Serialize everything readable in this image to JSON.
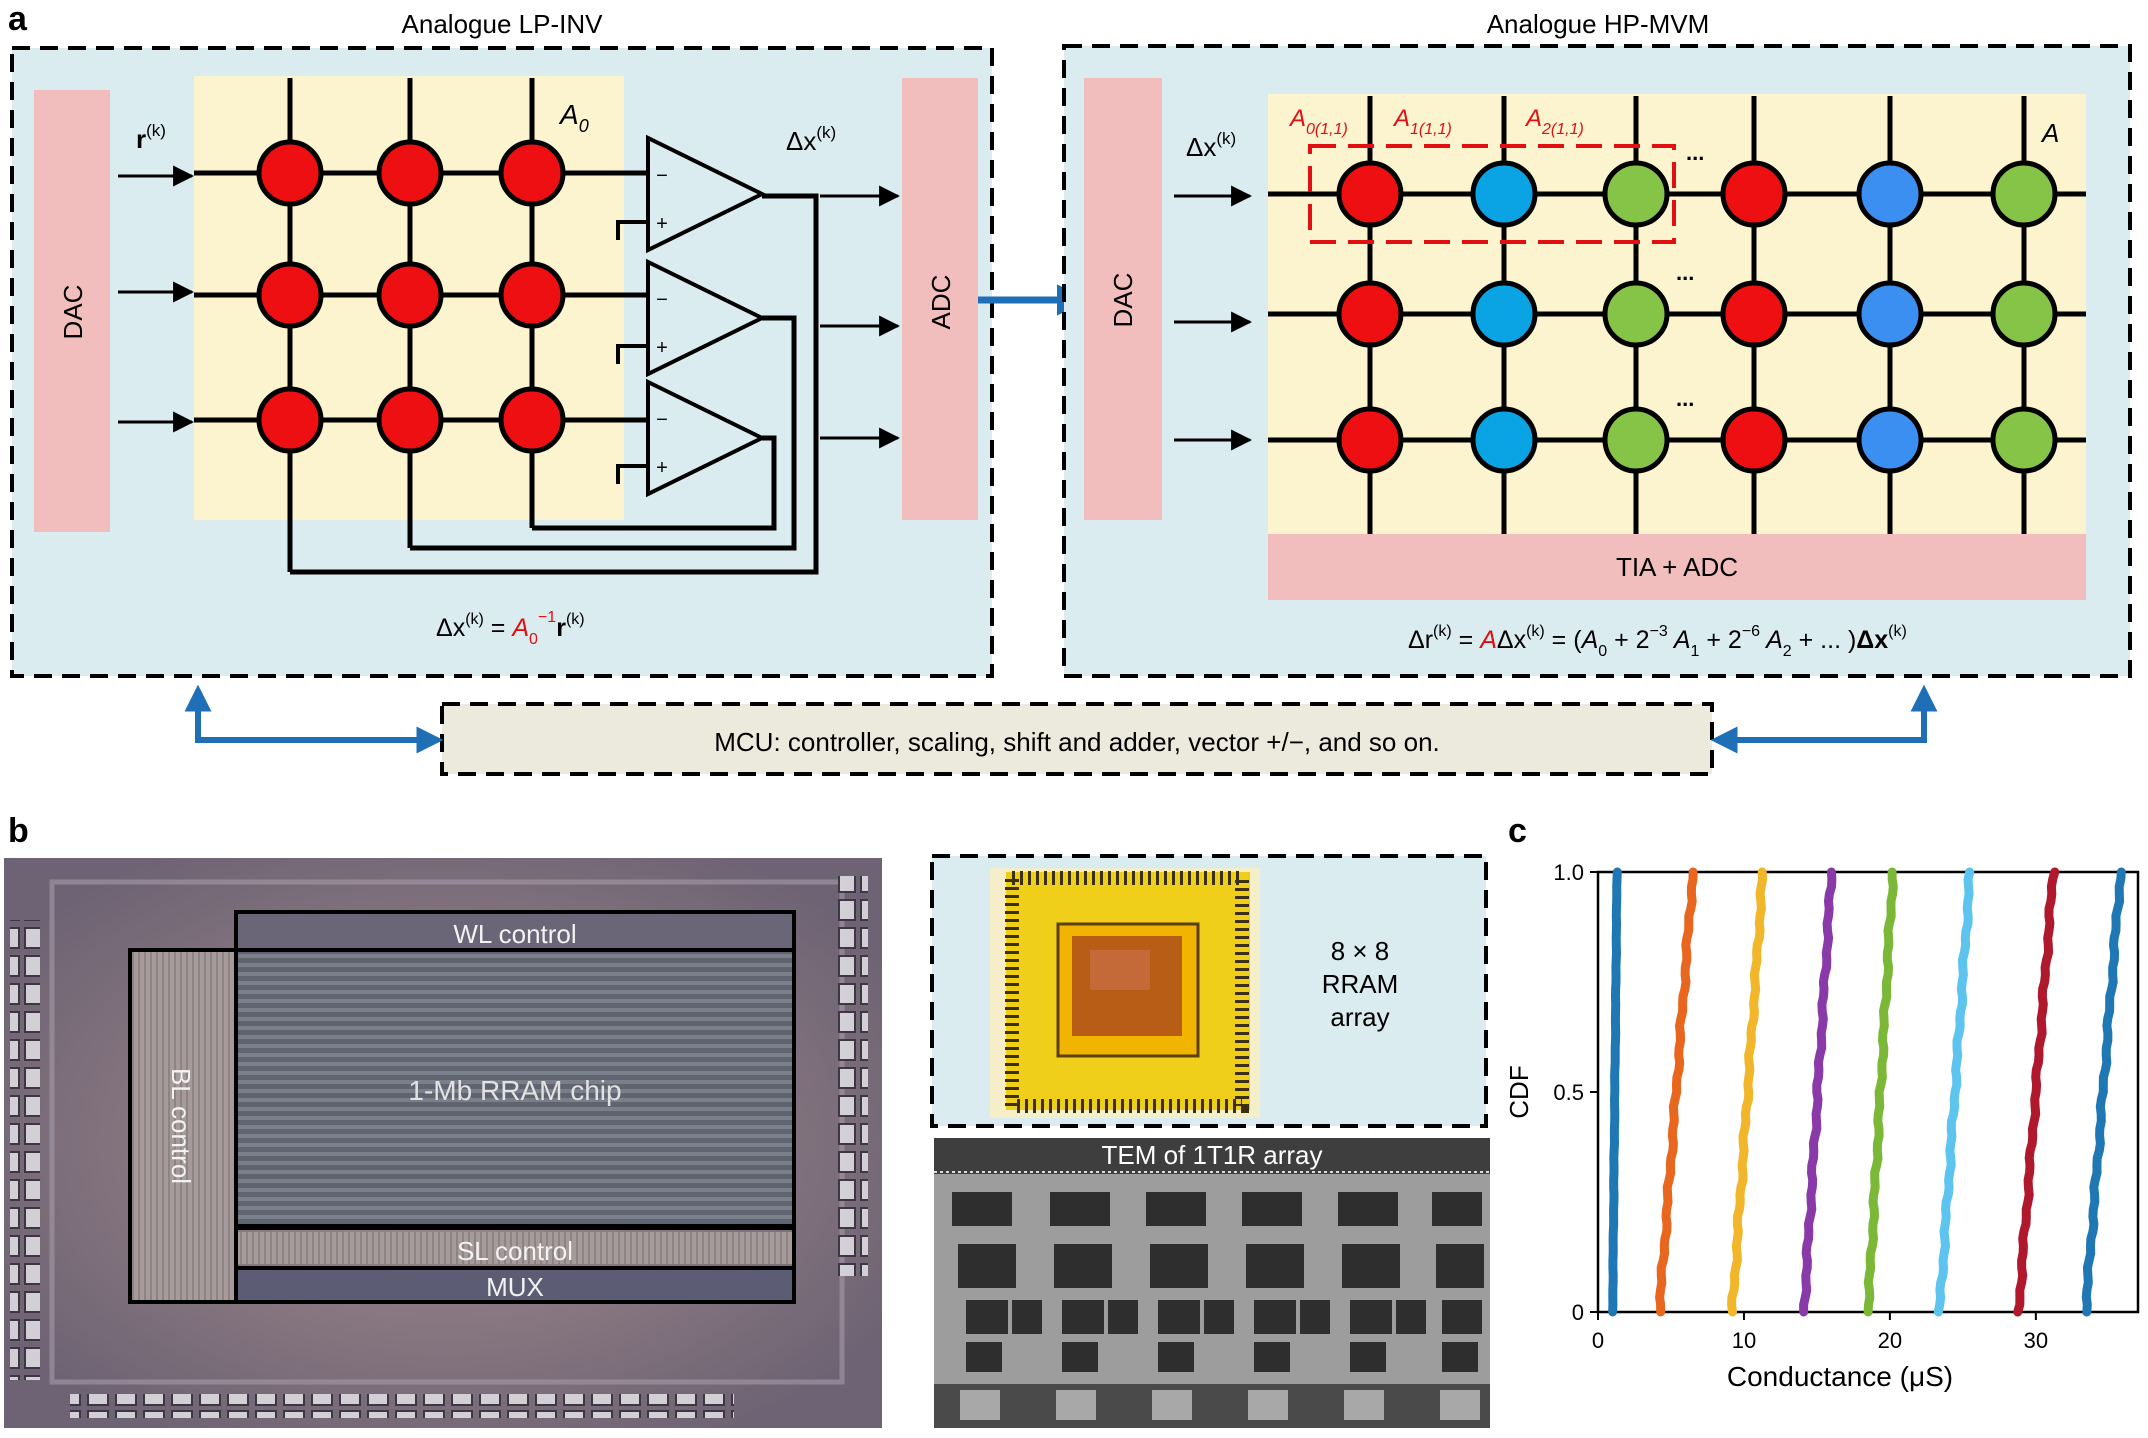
{
  "panel_labels": {
    "a": "a",
    "b": "b",
    "c": "c"
  },
  "colors": {
    "panel_bg": "#dbecf1",
    "array_bg": "#fbf4ce",
    "converter": "#f2bdbd",
    "red_cell": "#ee0f12",
    "blue_cell": "#0aa4e4",
    "blue2_cell": "#3b8ff0",
    "green_cell": "#86c447",
    "flow_arrow": "#1f6fb7",
    "mcu_bg": "#ece9dd",
    "highlight": "#e10f12"
  },
  "lp_inv": {
    "title": "Analogue LP-INV",
    "dac": "DAC",
    "adc": "ADC",
    "input_base": "r",
    "input_sup": "(k)",
    "matrix_label": "A",
    "matrix_sub": "0",
    "output_base": "Δx",
    "output_sup": "(k)",
    "amp_minus": "−",
    "amp_plus": "+",
    "eq": {
      "lhs": "Δx",
      "lhs_sup": "(k)",
      "eq": " = ",
      "a": "A",
      "a_sub": "0",
      "a_sup": "−1",
      "r": "r",
      "r_sup": "(k)"
    }
  },
  "hp_mvm": {
    "title": "Analogue HP-MVM",
    "dac": "DAC",
    "tia": "TIA + ADC",
    "input_base": "Δx",
    "input_sup": "(k)",
    "col_labels": [
      {
        "base": "A",
        "sub": "0(1,1)"
      },
      {
        "base": "A",
        "sub": "1(1,1)"
      },
      {
        "base": "A",
        "sub": "2(1,1)"
      }
    ],
    "matrix_label": "A",
    "ellipsis": "...",
    "eq": {
      "lhs": "Δr",
      "lhs_sup": "(k)",
      "eq1": " = ",
      "a": "A",
      "dx": "Δx",
      "dx_sup": "(k)",
      "eq2": " = (",
      "a0": "A",
      "a0_sub": "0",
      "p1": " + 2",
      "p1_sup": "−3",
      "a1": " A",
      "a1_sub": "1",
      "p2": " + 2",
      "p2_sup": "−6",
      "a2": " A",
      "a2_sub": "2",
      "tail": " + ... )",
      "dx2": "Δx",
      "dx2_sup": "(k)"
    }
  },
  "mcu": "MCU: controller, scaling, shift and adder, vector +/−, and so on.",
  "chip": {
    "wl": "WL control",
    "bl": "BL control",
    "core": "1-Mb RRAM chip",
    "sl": "SL control",
    "mux": "MUX"
  },
  "package": {
    "line1": "8 × 8",
    "line2": "RRAM",
    "line3": "array"
  },
  "tem": {
    "title": "TEM of 1T1R array"
  },
  "chart_data": {
    "type": "line",
    "xlabel": "Conductance (μS)",
    "ylabel": "CDF",
    "xlim": [
      0,
      37
    ],
    "ylim": [
      0,
      1
    ],
    "xticks": [
      "0",
      "10",
      "20",
      "30"
    ],
    "xtick_values": [
      0,
      10,
      20,
      30
    ],
    "yticks": [
      "0",
      "0.5",
      "1.0"
    ],
    "ytick_values": [
      0,
      0.5,
      1.0
    ],
    "grid": false,
    "series": [
      {
        "color": "#1f77b4",
        "x_start": 1.0,
        "x_end": 1.3
      },
      {
        "color": "#e8661d",
        "x_start": 4.2,
        "x_end": 6.5
      },
      {
        "color": "#f2b62b",
        "x_start": 9.2,
        "x_end": 11.3
      },
      {
        "color": "#8a3aa8",
        "x_start": 14.1,
        "x_end": 16.0
      },
      {
        "color": "#7cb838",
        "x_start": 18.5,
        "x_end": 20.2
      },
      {
        "color": "#5cc4ee",
        "x_start": 23.4,
        "x_end": 25.5
      },
      {
        "color": "#b0182e",
        "x_start": 28.8,
        "x_end": 31.2
      },
      {
        "color": "#1f77b4",
        "x_start": 33.4,
        "x_end": 35.8
      }
    ]
  }
}
